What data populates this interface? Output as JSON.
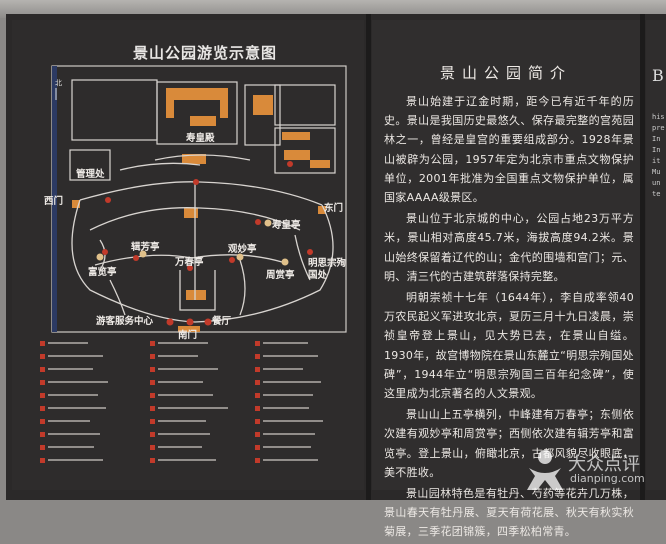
{
  "map": {
    "title": "景山公园游览示意图",
    "north": "北",
    "labels": {
      "shouhuang_hall": "寿皇殿",
      "management": "管理处",
      "west_gate": "西门",
      "east_gate": "东门",
      "shouhuang_pavilion": "寿皇亭",
      "jifang_pavilion": "辑芳亭",
      "wanchun_pavilion": "万春亭",
      "guanmiao_pavilion": "观妙亭",
      "fulan_pavilion": "富览亭",
      "zhoushang_pavilion": "周赏亭",
      "chongzhen_site": "明思宗殉国处",
      "visitor_center": "游客服务中心",
      "restaurant": "餐厅",
      "south_gate": "南门"
    },
    "colors": {
      "building": "#d98a3a",
      "poi": "#c23a2a",
      "road": "#d8d4d0"
    }
  },
  "intro": {
    "title": "景山公园简介",
    "paragraphs": [
      "景山始建于辽金时期，距今已有近千年的历史。景山是我国历史最悠久、保存最完整的宫苑园林之一，曾经是皇宫的重要组成部分。1928年景山被辟为公园，1957年定为北京市重点文物保护单位，2001年批准为全国重点文物保护单位，属国家AAAA级景区。",
      "景山位于北京城的中心，公园占地23万平方米，景山相对高度45.7米，海拔高度94.2米。景山始终保留着辽代的山；金代的围墙和宫门；元、明、清三代的古建筑群落保持完整。",
      "明朝崇祯十七年（1644年），李自成率领40万农民起义军进攻北京，夏历三月十九日凌晨，崇祯皇帝登上景山，见大势已去，在景山自缢。1930年，故宫博物院在景山东麓立“明思宗殉国处碑”，1944年立“明思宗殉国三百年纪念碑”，使这里成为北京著名的人文景观。",
      "景山山上五亭横列，中峰建有万春亭；东侧依次建有观妙亭和周赏亭；西侧依次建有辑芳亭和富览亭。登上景山，俯瞰北京，古都风貌尽收眼底，美不胜收。",
      "景山园林特色是有牡丹、芍药等花卉几万株，景山春天有牡丹展、夏天有荷花展、秋天有秋实秋菊展，三季花团锦簇，四季松柏常青。"
    ]
  },
  "next_panel": {
    "initial": "B",
    "fragments": [
      "his",
      "pre",
      "In",
      "In",
      "it",
      "Mu",
      "un",
      "te"
    ]
  },
  "watermark": {
    "cn": "大众点评",
    "en": "dianping.com"
  }
}
